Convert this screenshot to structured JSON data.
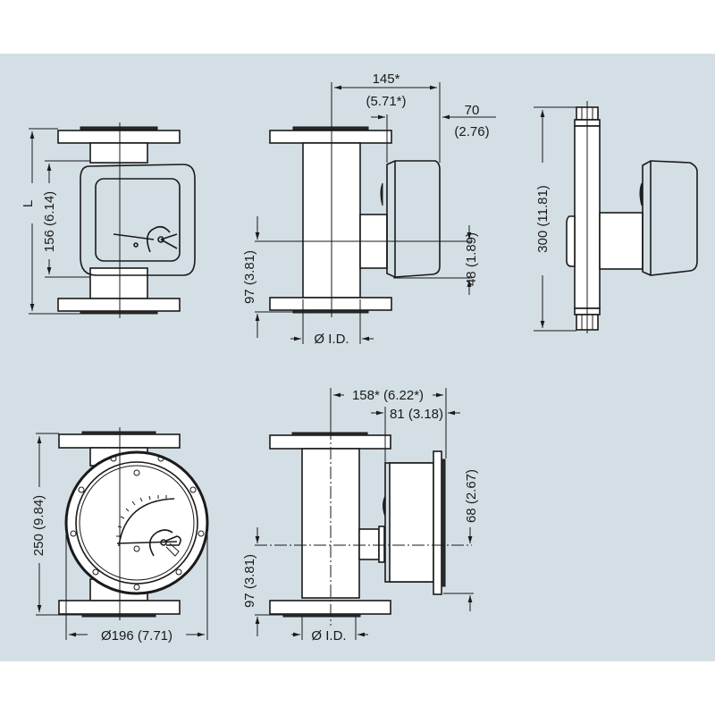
{
  "figure": {
    "background_color": "#d4dfe5",
    "line_color": "#1a1a1a",
    "views": {
      "front_square_indicator": {
        "dim_length": "L",
        "dim_height": "156 (6.14)"
      },
      "side_square_indicator": {
        "dim_width_top": "145*",
        "dim_width_top_inch": "(5.71*)",
        "dim_depth": "70",
        "dim_depth_inch": "(2.76)",
        "dim_offset_right": "48 (1.89)",
        "dim_offset_left": "97 (3.81)",
        "dim_bore": "Ø I.D."
      },
      "top_side_view": {
        "dim_length": "300 (11.81)"
      },
      "front_round_indicator": {
        "dim_height": "250 (9.84)",
        "dim_diameter": "Ø196 (7.71)"
      },
      "side_round_indicator": {
        "dim_width_top": "158* (6.22*)",
        "dim_depth": "81 (3.18)",
        "dim_offset_right": "68 (2.67)",
        "dim_offset_left": "97 (3.81)",
        "dim_bore": "Ø I.D."
      }
    }
  }
}
